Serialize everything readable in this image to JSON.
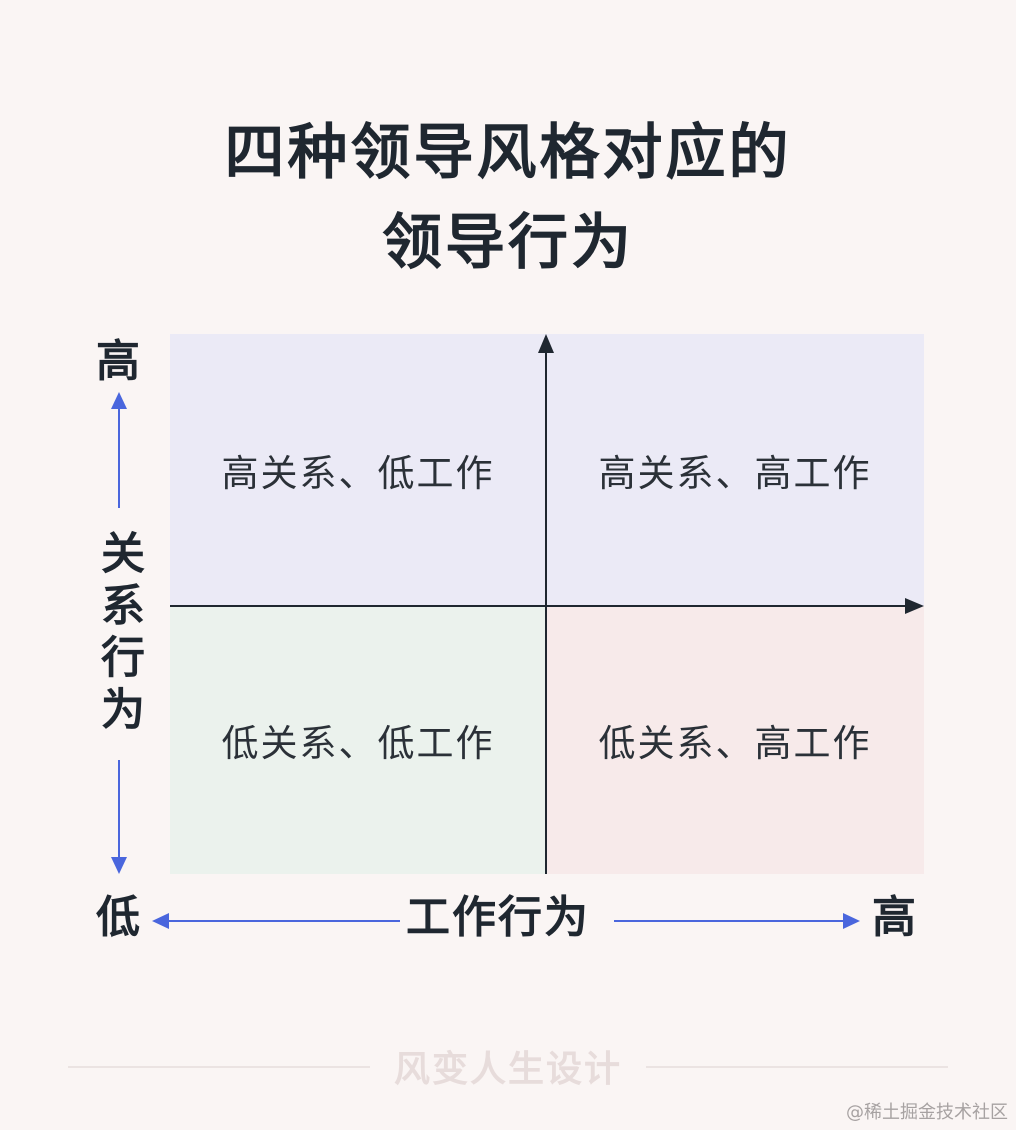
{
  "title": {
    "line1": "四种领导风格对应的",
    "line2": "领导行为"
  },
  "quadrants": {
    "top_left": {
      "label": "高关系、低工作",
      "color": "#ebeaf6"
    },
    "top_right": {
      "label": "高关系、高工作",
      "color": "#ebeaf6"
    },
    "bottom_left": {
      "label": "低关系、低工作",
      "color": "#ebf2ed"
    },
    "bottom_right": {
      "label": "低关系、高工作",
      "color": "#f7eaea"
    }
  },
  "y_axis": {
    "title": "关系行为",
    "high": "高",
    "low": "低"
  },
  "x_axis": {
    "title": "工作行为",
    "high": "高"
  },
  "colors": {
    "axis": "#1f2730",
    "arrow": "#4a66dd"
  },
  "footer": {
    "text": "风变人生设计"
  },
  "watermark": {
    "text": "@稀土掘金技术社区"
  }
}
